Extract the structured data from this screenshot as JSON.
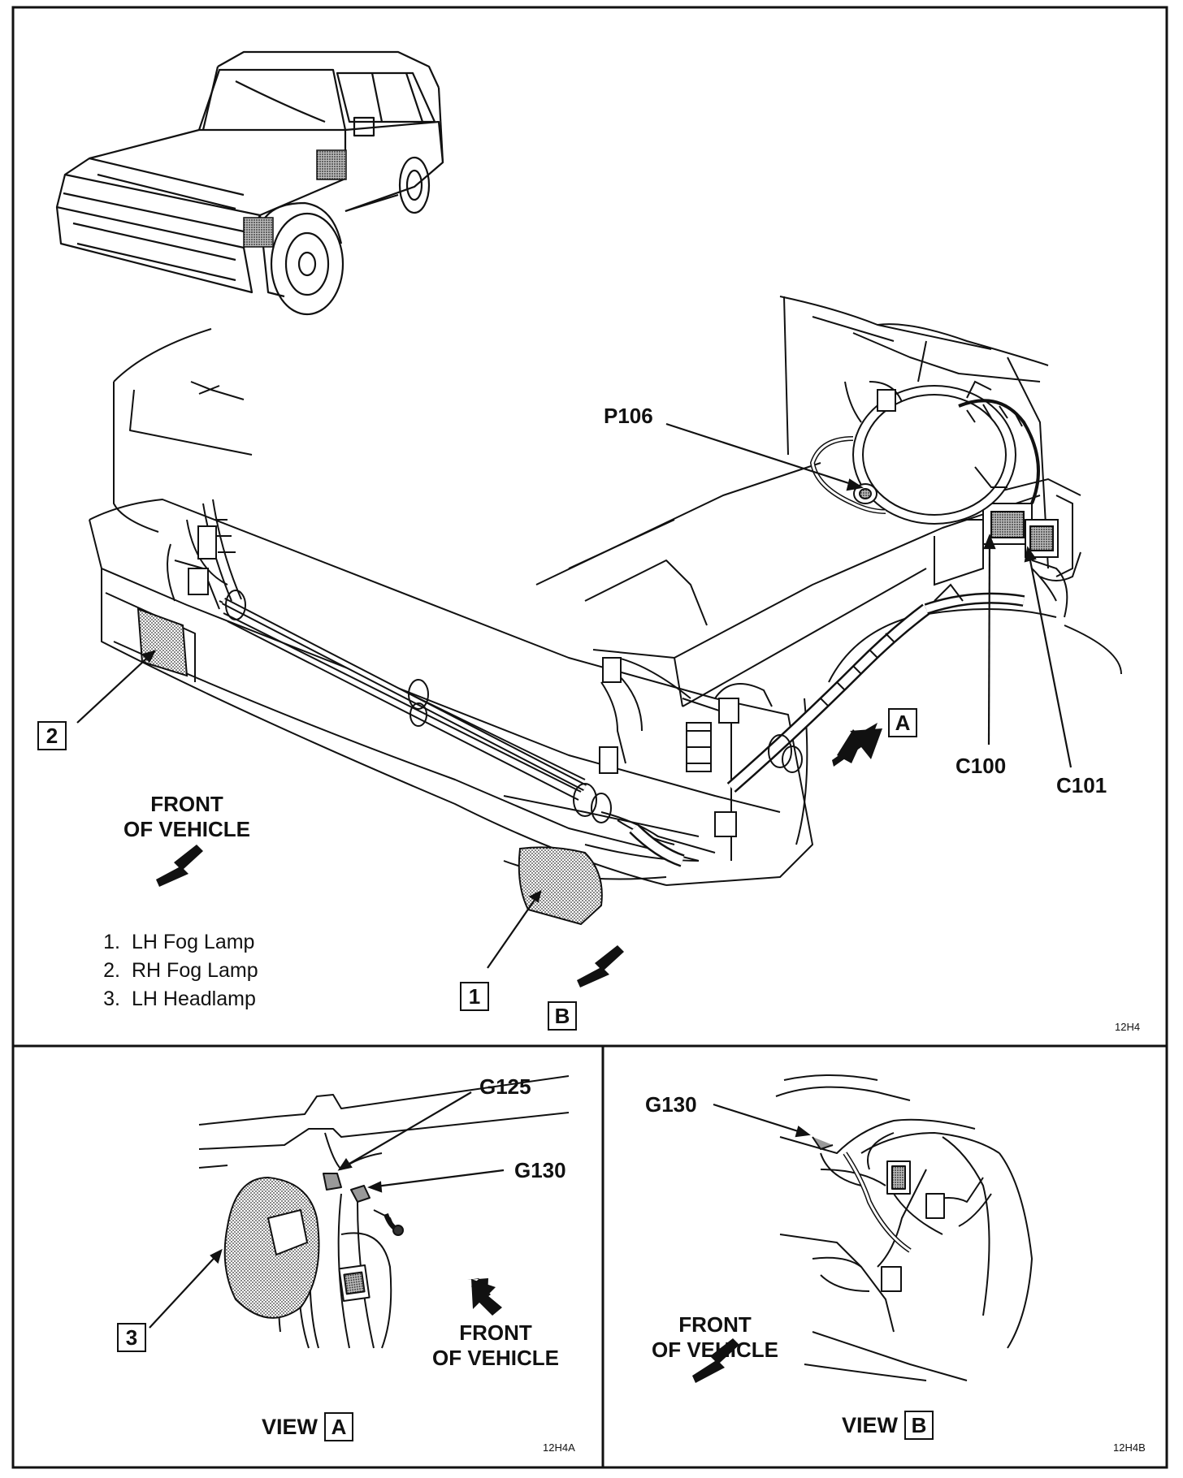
{
  "labels": {
    "p106": "P106",
    "c100": "C100",
    "c101": "C101",
    "g125": "G125",
    "g130_a": "G130",
    "g130_b": "G130"
  },
  "callouts": {
    "one": "1",
    "two": "2",
    "three": "3",
    "a_main": "A",
    "b_main": "B",
    "a_view": "A",
    "b_view": "B"
  },
  "front_of_vehicle": {
    "line1": "FRONT",
    "line2": "OF VEHICLE"
  },
  "legend": [
    {
      "num": "1.",
      "text": "LH Fog Lamp"
    },
    {
      "num": "2.",
      "text": "RH Fog Lamp"
    },
    {
      "num": "3.",
      "text": "LH Headlamp"
    }
  ],
  "view_word": "VIEW",
  "figure_codes": {
    "main": "12H4",
    "view_a": "12H4A",
    "view_b": "12H4B"
  }
}
